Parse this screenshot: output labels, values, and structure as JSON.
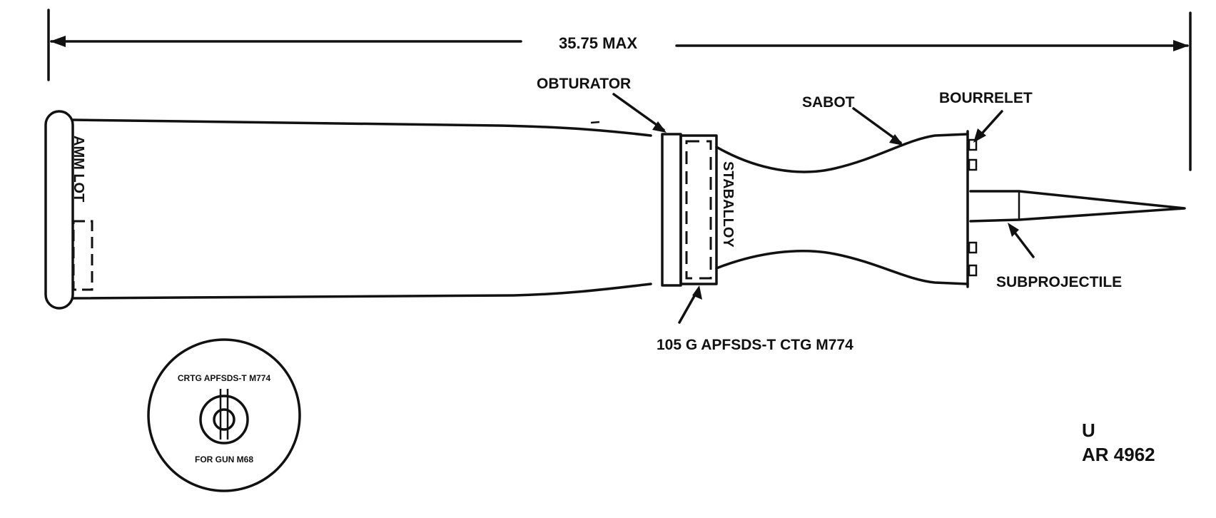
{
  "labels": {
    "overall_length": "35.75 MAX",
    "obturator": "OBTURATOR",
    "sabot": "SABOT",
    "bourrelet": "BOURRELET",
    "staballoy": "STABALLOY",
    "subprojectile": "SUBPROJECTILE",
    "marking": "105 G APFSDS-T CTG M774",
    "amm_lot": "AMM LOT",
    "base_top": "CRTG APFSDS-T M774",
    "base_bottom": "FOR GUN M68",
    "code_u": "U",
    "code_ar": "AR 4962"
  }
}
